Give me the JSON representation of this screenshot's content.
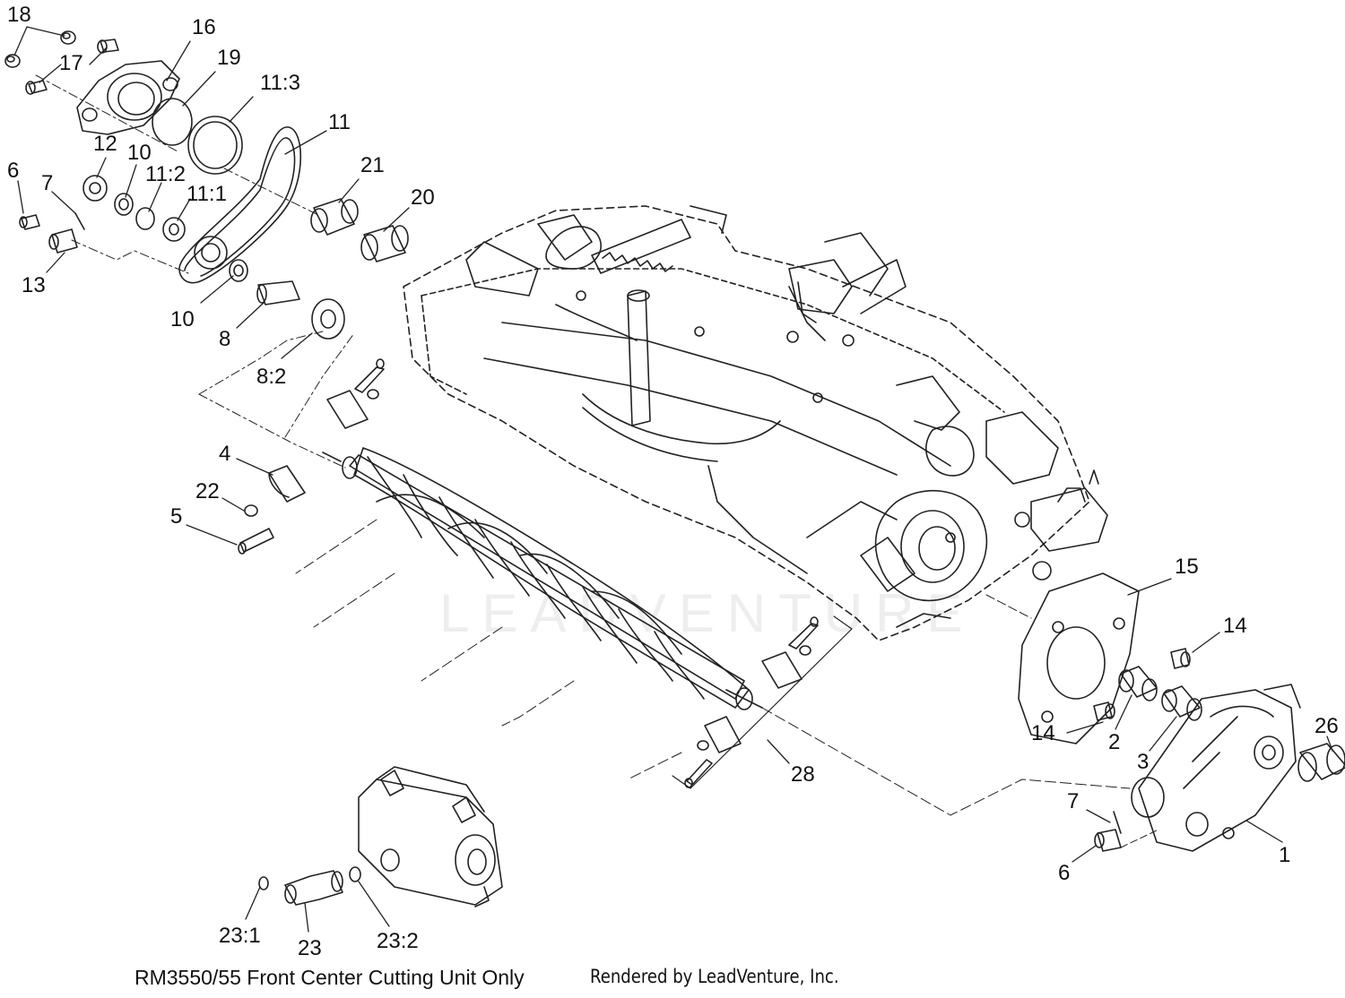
{
  "diagram": {
    "callouts": [
      {
        "id": "18",
        "label": "18"
      },
      {
        "id": "17",
        "label": "17"
      },
      {
        "id": "16",
        "label": "16"
      },
      {
        "id": "19",
        "label": "19"
      },
      {
        "id": "11:3",
        "label": "11:3"
      },
      {
        "id": "11",
        "label": "11"
      },
      {
        "id": "12",
        "label": "12"
      },
      {
        "id": "10a",
        "label": "10"
      },
      {
        "id": "11:2",
        "label": "11:2"
      },
      {
        "id": "11:1",
        "label": "11:1"
      },
      {
        "id": "6a",
        "label": "6"
      },
      {
        "id": "7a",
        "label": "7"
      },
      {
        "id": "13",
        "label": "13"
      },
      {
        "id": "21",
        "label": "21"
      },
      {
        "id": "20",
        "label": "20"
      },
      {
        "id": "10b",
        "label": "10"
      },
      {
        "id": "8",
        "label": "8"
      },
      {
        "id": "8:2",
        "label": "8:2"
      },
      {
        "id": "4",
        "label": "4"
      },
      {
        "id": "22",
        "label": "22"
      },
      {
        "id": "5",
        "label": "5"
      },
      {
        "id": "15",
        "label": "15"
      },
      {
        "id": "14a",
        "label": "14"
      },
      {
        "id": "14b",
        "label": "14"
      },
      {
        "id": "2",
        "label": "2"
      },
      {
        "id": "3",
        "label": "3"
      },
      {
        "id": "26",
        "label": "26"
      },
      {
        "id": "28",
        "label": "28"
      },
      {
        "id": "7b",
        "label": "7"
      },
      {
        "id": "6b",
        "label": "6"
      },
      {
        "id": "1",
        "label": "1"
      },
      {
        "id": "23:1",
        "label": "23:1"
      },
      {
        "id": "23",
        "label": "23"
      },
      {
        "id": "23:2",
        "label": "23:2"
      }
    ]
  },
  "caption": {
    "left": "RM3550/55 Front Center Cutting Unit Only",
    "right": "Rendered by LeadVenture, Inc."
  },
  "watermark": "LEADVENTURE"
}
